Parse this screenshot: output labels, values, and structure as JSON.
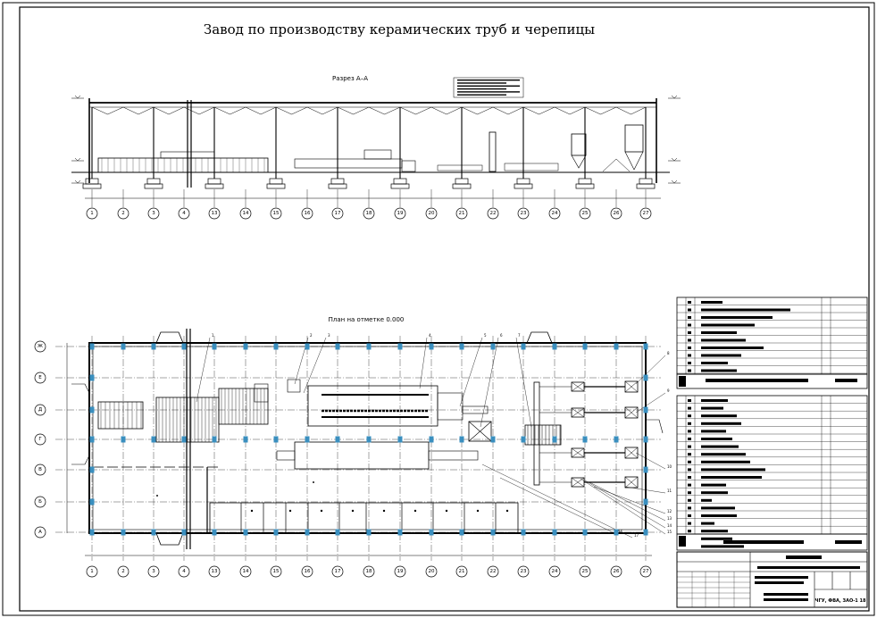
{
  "drawing": {
    "title": "Завод по производству керамических труб и черепицы",
    "section_label": "Разрез А–А",
    "plan_label": "План на отметке 0.000",
    "stamp_code": "ЧГУ, ФВА, ЗАО-1 18"
  },
  "axes": {
    "columns": [
      "1",
      "2",
      "3",
      "4",
      "13",
      "14",
      "15",
      "16",
      "17",
      "18",
      "19",
      "20",
      "21",
      "22",
      "23",
      "24",
      "25",
      "26",
      "27"
    ],
    "rows": [
      "Ж",
      "Е",
      "Д",
      "Г",
      "В",
      "Б",
      "А"
    ]
  },
  "equipment_markers": [
    "1",
    "2",
    "3",
    "4",
    "5",
    "6",
    "7",
    "8",
    "9",
    "10",
    "11",
    "12",
    "13",
    "14",
    "15",
    "16",
    "17"
  ],
  "colors": {
    "ink": "#000000",
    "column_marker": "#3a8fbf",
    "paper": "#ffffff"
  }
}
